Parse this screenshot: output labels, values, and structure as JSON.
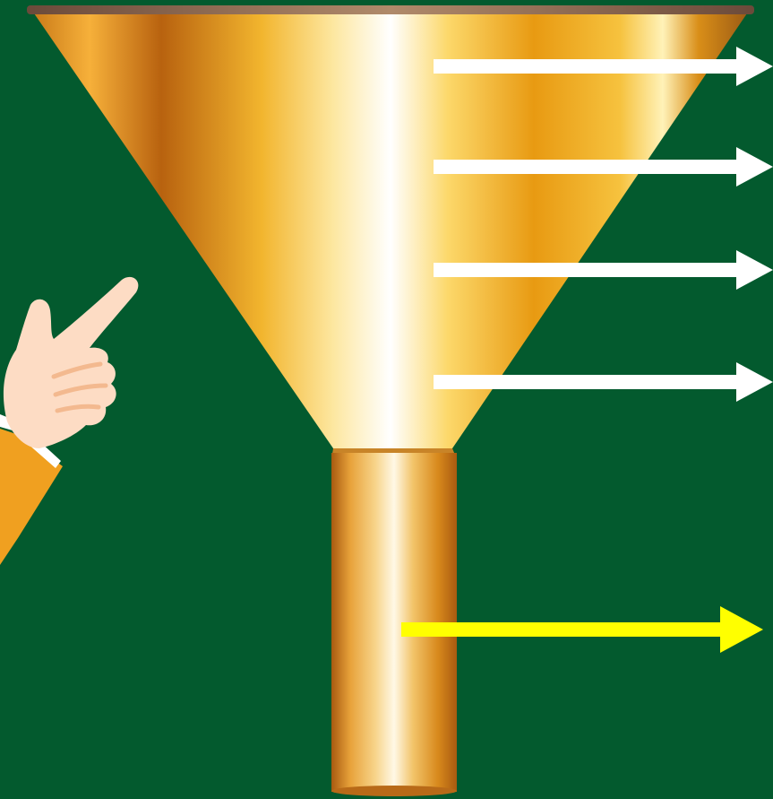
{
  "scene": {
    "background": "#035a2e",
    "funnel": {
      "icon": "funnel-icon",
      "gold_light": "#fff6d6",
      "gold_mid": "#f5b72a",
      "gold_dark": "#a85a10",
      "rim": "#6b4a3a"
    },
    "arrows": [
      {
        "name": "arrow-1",
        "color": "#ffffff"
      },
      {
        "name": "arrow-2",
        "color": "#ffffff"
      },
      {
        "name": "arrow-3",
        "color": "#ffffff"
      },
      {
        "name": "arrow-4",
        "color": "#ffffff"
      },
      {
        "name": "arrow-output",
        "color": "#ffff00"
      }
    ],
    "hand": {
      "icon": "pointing-hand-icon",
      "skin": "#fddcc4",
      "skin_shadow": "#f3b98f",
      "sleeve": "#f0a020",
      "cuff": "#ffffff"
    }
  }
}
